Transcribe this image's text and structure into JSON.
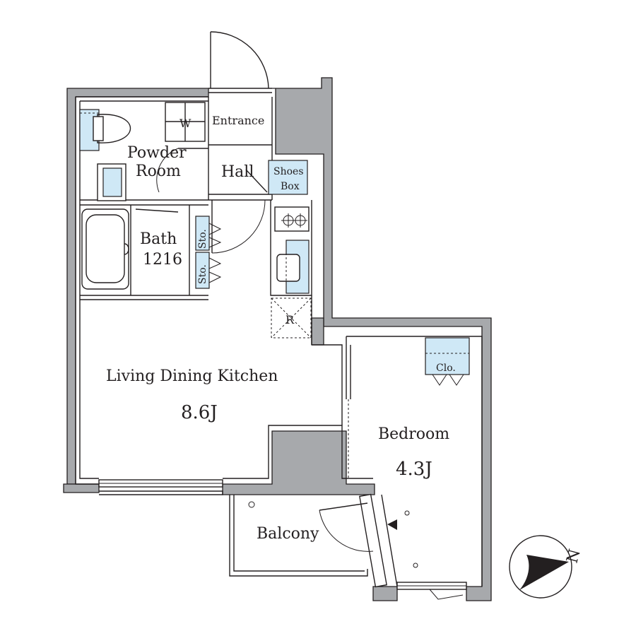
{
  "rooms": {
    "entrance": "Entrance",
    "powder_room_line1": "Powder",
    "powder_room_line2": "Room",
    "washer": "W",
    "hall": "Hall",
    "shoes_box_line1": "Shoes",
    "shoes_box_line2": "Box",
    "bath_line1": "Bath",
    "bath_line2": "1216",
    "storage": "Sto.",
    "refrigerator": "R",
    "ldk_name": "Living Dining Kitchen",
    "ldk_size": "8.6J",
    "closet": "Clo.",
    "bedroom_name": "Bedroom",
    "bedroom_size": "4.3J",
    "balcony": "Balcony"
  },
  "compass": {
    "label": "N",
    "icon": "north-arrow-icon"
  },
  "colors": {
    "wall": "#a7a9ac",
    "fixture": "#cfe8f6",
    "ink": "#231f20"
  }
}
